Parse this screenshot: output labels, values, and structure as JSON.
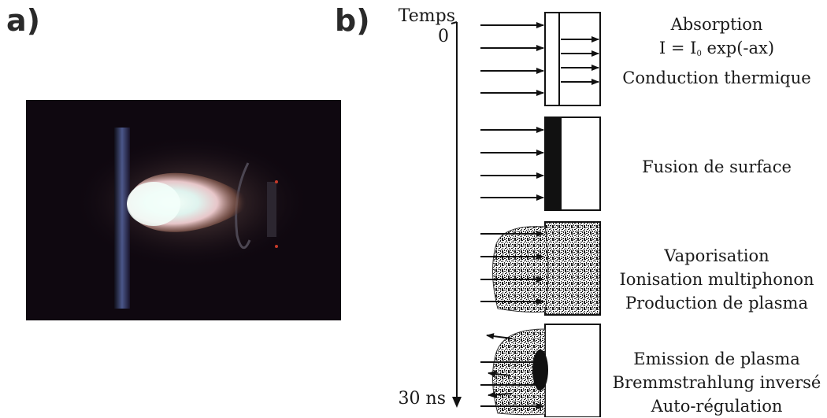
{
  "panels": {
    "a": "a)",
    "b": "b)"
  },
  "timeline": {
    "start_label": "Temps",
    "zero_label": "0",
    "end_label": "30 ns"
  },
  "stages": [
    {
      "lines": [
        "Absorption",
        "I = I",
        "0",
        " exp(-ax)",
        "Conduction thermique"
      ]
    },
    {
      "lines": [
        "Fusion de surface"
      ]
    },
    {
      "lines": [
        "Vaporisation",
        "Ionisation multiphonon",
        "Production de plasma"
      ]
    },
    {
      "lines": [
        "Emission de plasma",
        "Bremmstrahlung inversé",
        "Auto-régulation"
      ]
    }
  ]
}
